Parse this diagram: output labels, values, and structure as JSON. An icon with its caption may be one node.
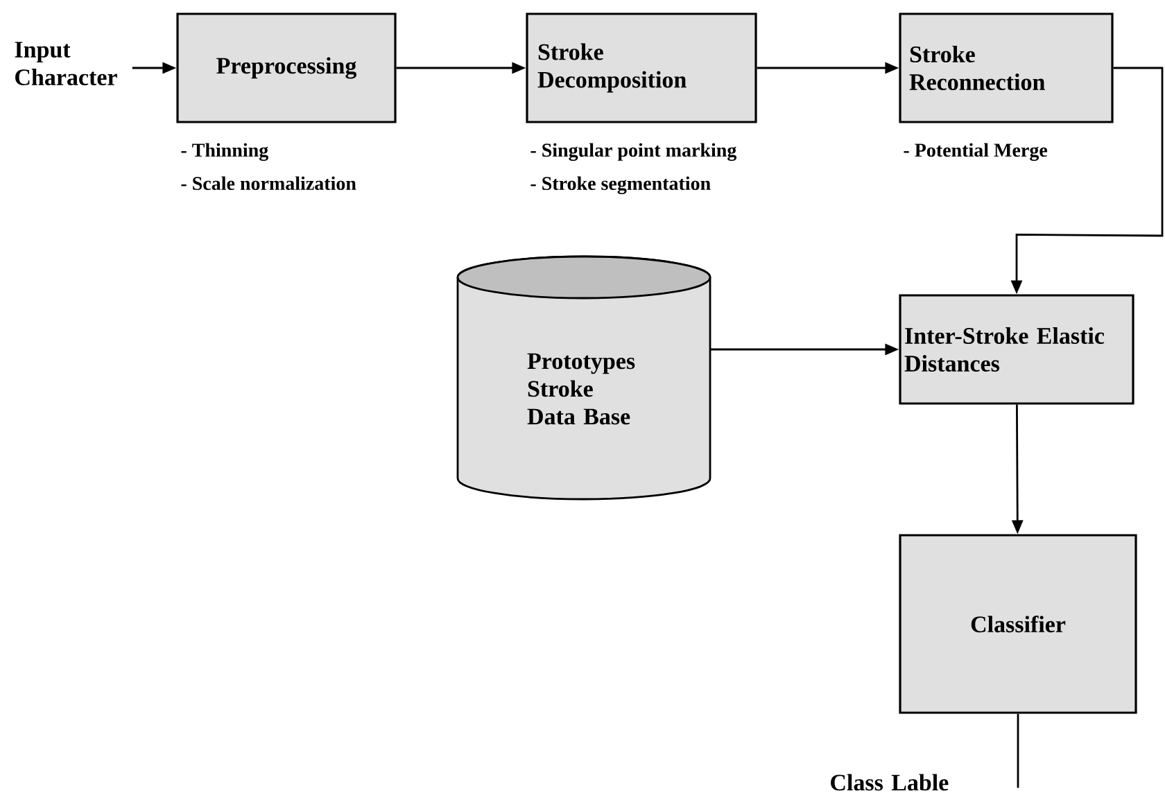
{
  "diagram": {
    "nodes": [
      {
        "text": [
          "Input Character"
        ]
      },
      {
        "text": [
          "Preprocessing"
        ],
        "beside": [
          "- Thinning",
          "- Scale normalization"
        ]
      },
      {
        "text": [
          "Stroke Decomposition"
        ],
        "beside": [
          "- Singular point marking",
          "- Stroke segmentation"
        ]
      },
      {
        "text": [
          "Stroke Reconnection"
        ],
        "beside": [
          "- Potential Merge"
        ]
      },
      {
        "text": [
          "Prototypes Stroke Data Base"
        ]
      },
      {
        "text": [
          "Inter-Stroke Elastic Distances"
        ]
      },
      {
        "text": [
          "Classifier"
        ]
      },
      {
        "text": [
          "Class Lable"
        ]
      }
    ],
    "edges": [
      {
        "from": 0,
        "to": 1,
        "arrow": "to"
      },
      {
        "from": 1,
        "to": 2,
        "arrow": "to"
      },
      {
        "from": 2,
        "to": 3,
        "arrow": "to"
      },
      {
        "from": 3,
        "to": 5,
        "arrow": "to"
      },
      {
        "from": 4,
        "to": 5,
        "arrow": "to"
      },
      {
        "from": 5,
        "to": 6,
        "arrow": "to"
      },
      {
        "from": 6,
        "to": 7,
        "arrow": "none"
      }
    ]
  }
}
